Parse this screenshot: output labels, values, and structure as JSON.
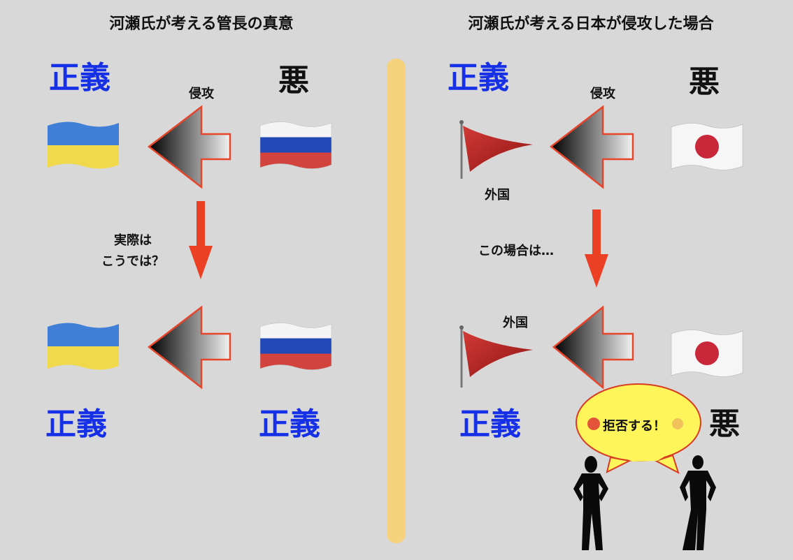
{
  "left": {
    "title": "河瀬氏が考える管長の真意",
    "top_left_label": "正義",
    "top_right_label": "悪",
    "arrow_label": "侵攻",
    "middle_note_line1": "実際は",
    "middle_note_line2": "こうでは？",
    "bottom_left_label": "正義",
    "bottom_right_label": "正義",
    "flags": [
      "ukraine-flag",
      "russia-flag"
    ]
  },
  "right": {
    "title": "河瀬氏が考える日本が侵攻した場合",
    "top_left_label": "正義",
    "top_right_label": "悪",
    "arrow_label": "侵攻",
    "foreign_label_top": "外国",
    "middle_note": "この場合は…",
    "foreign_label_bottom": "外国",
    "bottom_left_label": "正義",
    "bottom_right_label": "悪",
    "speech_bubble": "拒否する！",
    "flags": [
      "red-pennant-flag",
      "japan-flag"
    ]
  },
  "colors": {
    "background": "#d8d8d8",
    "justice_blue": "#1530e6",
    "divider": "#f5d27e",
    "arrow_outline": "#e8442a",
    "bubble_fill": "#fdf55a"
  }
}
